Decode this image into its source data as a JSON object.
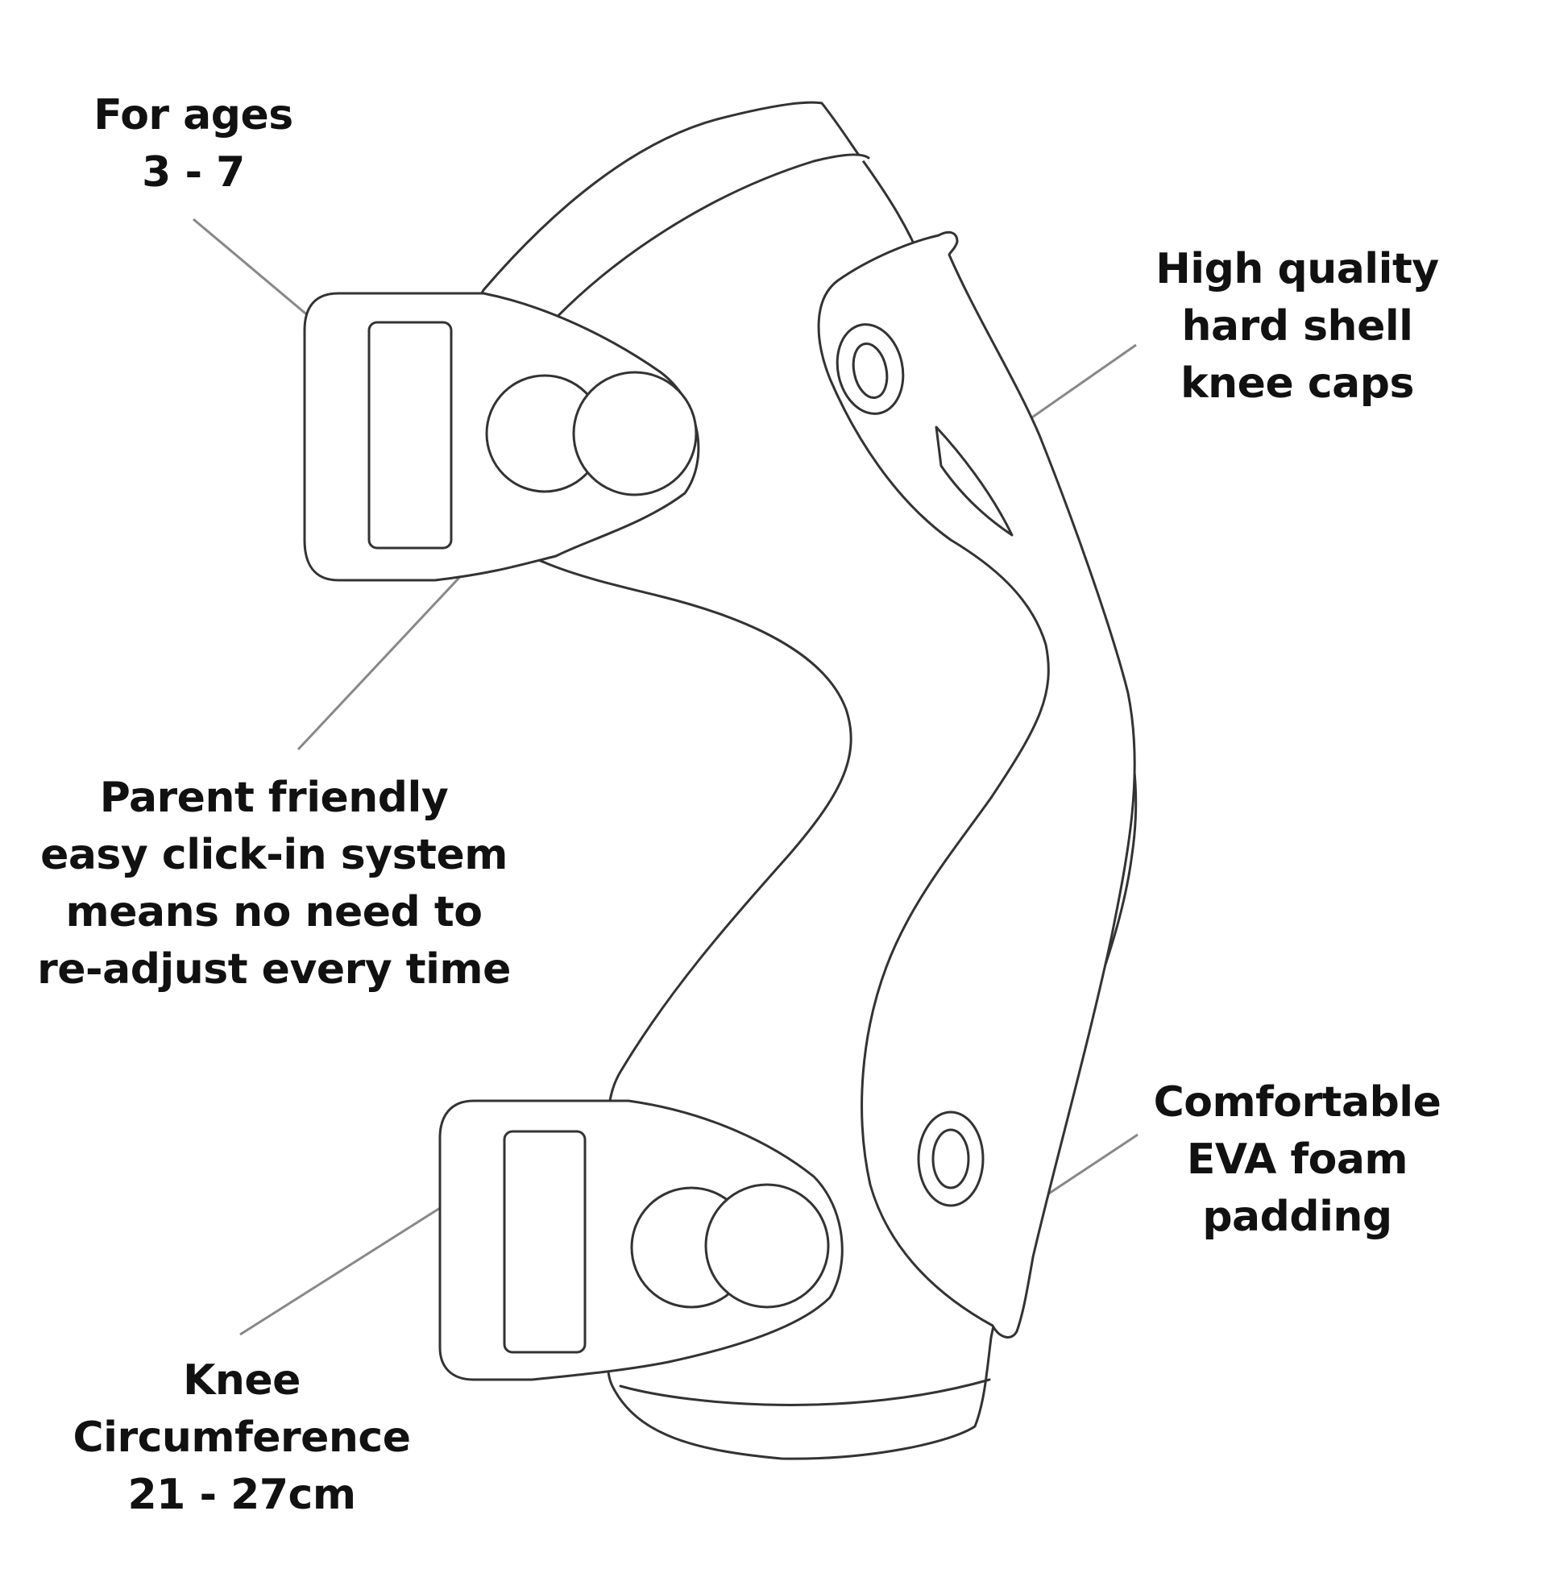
{
  "colors": {
    "background": "#ffffff",
    "text": "#111111",
    "outline": "#333333",
    "leader": "#888888"
  },
  "labels": {
    "ages": [
      "For ages",
      "3 - 7"
    ],
    "shell": [
      "High quality",
      "hard shell",
      "knee caps"
    ],
    "click": [
      "Parent friendly",
      "easy click-in system",
      "means no need to",
      "re-adjust every time"
    ],
    "foam": [
      "Comfortable",
      "EVA foam",
      "padding"
    ],
    "circumference": [
      "Knee",
      "Circumference",
      "21 - 27cm"
    ]
  }
}
